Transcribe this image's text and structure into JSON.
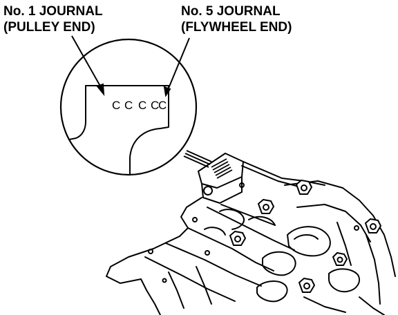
{
  "callouts": {
    "journal_1": {
      "line1": "No. 1 JOURNAL",
      "line2": "(PULLEY END)"
    },
    "journal_5": {
      "line1": "No. 5 JOURNAL",
      "line2": "(FLYWHEEL END)"
    }
  },
  "journal_codes": [
    "C",
    "C",
    "C",
    "C",
    "C"
  ],
  "colors": {
    "ink": "#000000",
    "paper": "#ffffff"
  }
}
